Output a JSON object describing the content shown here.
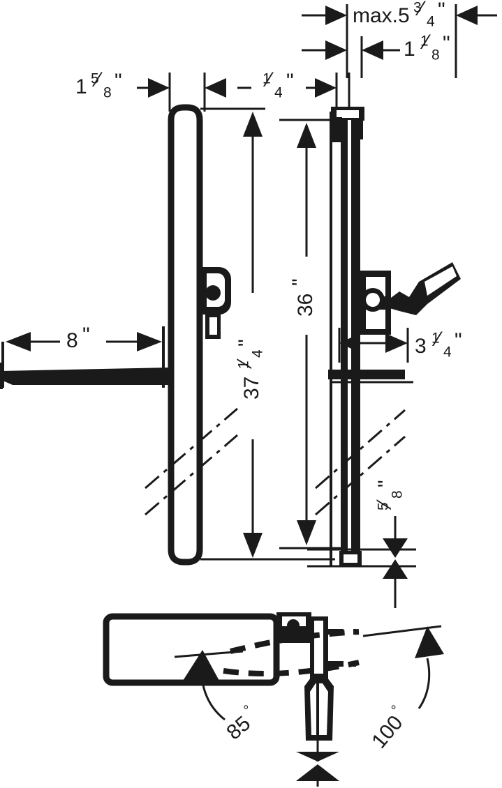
{
  "drawing": {
    "title": "Shower bar set technical dimension drawing",
    "units": "inches",
    "line_color": "#1a1a1a",
    "background_color": "#ffffff",
    "views": [
      {
        "name": "front-elevation",
        "label": ""
      },
      {
        "name": "side-elevation",
        "label": ""
      },
      {
        "name": "top-plan",
        "label": ""
      }
    ]
  },
  "dimensions": {
    "max_projection": {
      "whole": "max.5",
      "num": "3",
      "den": "4",
      "unit": "\""
    },
    "bracket_depth": {
      "whole": "1",
      "num": "1",
      "den": "8",
      "unit": "\""
    },
    "rail_width": {
      "whole": "1",
      "num": "5",
      "den": "8",
      "unit": "\""
    },
    "wall_gap": {
      "whole": "",
      "num": "1",
      "den": "4",
      "unit": "\""
    },
    "spout_reach": {
      "whole": "8",
      "num": "",
      "den": "",
      "unit": "\""
    },
    "rail_total_height": {
      "whole": "37",
      "num": "1",
      "den": "4",
      "unit": "\""
    },
    "rail_travel_height": {
      "whole": "36",
      "num": "",
      "den": "",
      "unit": "\""
    },
    "holder_projection": {
      "whole": "3",
      "num": "1",
      "den": "4",
      "unit": "\""
    },
    "base_offset": {
      "whole": "",
      "num": "5",
      "den": "8",
      "unit": "\""
    }
  },
  "angles": {
    "left_swivel": {
      "value": "85",
      "symbol": "°"
    },
    "right_swivel": {
      "value": "100",
      "symbol": "°"
    }
  }
}
